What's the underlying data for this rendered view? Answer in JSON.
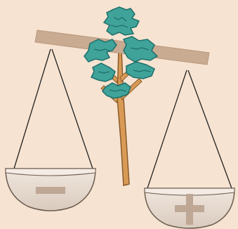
{
  "scene": {
    "subject": "balance-scale-with-tree",
    "left_pan_symbol": "minus",
    "right_pan_symbol": "plus"
  },
  "colors": {
    "background": "#f6e3d1",
    "beam": "#c9ab92",
    "pan_fill": "#e9ddd2",
    "pan_rim": "#f4ece4",
    "pan_stroke": "#6b5b4f",
    "symbol": "#bfa796",
    "trunk": "#d89a55",
    "trunk_dark": "#b06d2c",
    "foliage": "#3fa39a",
    "foliage_dark": "#1f6f6a",
    "string": "#222222"
  }
}
